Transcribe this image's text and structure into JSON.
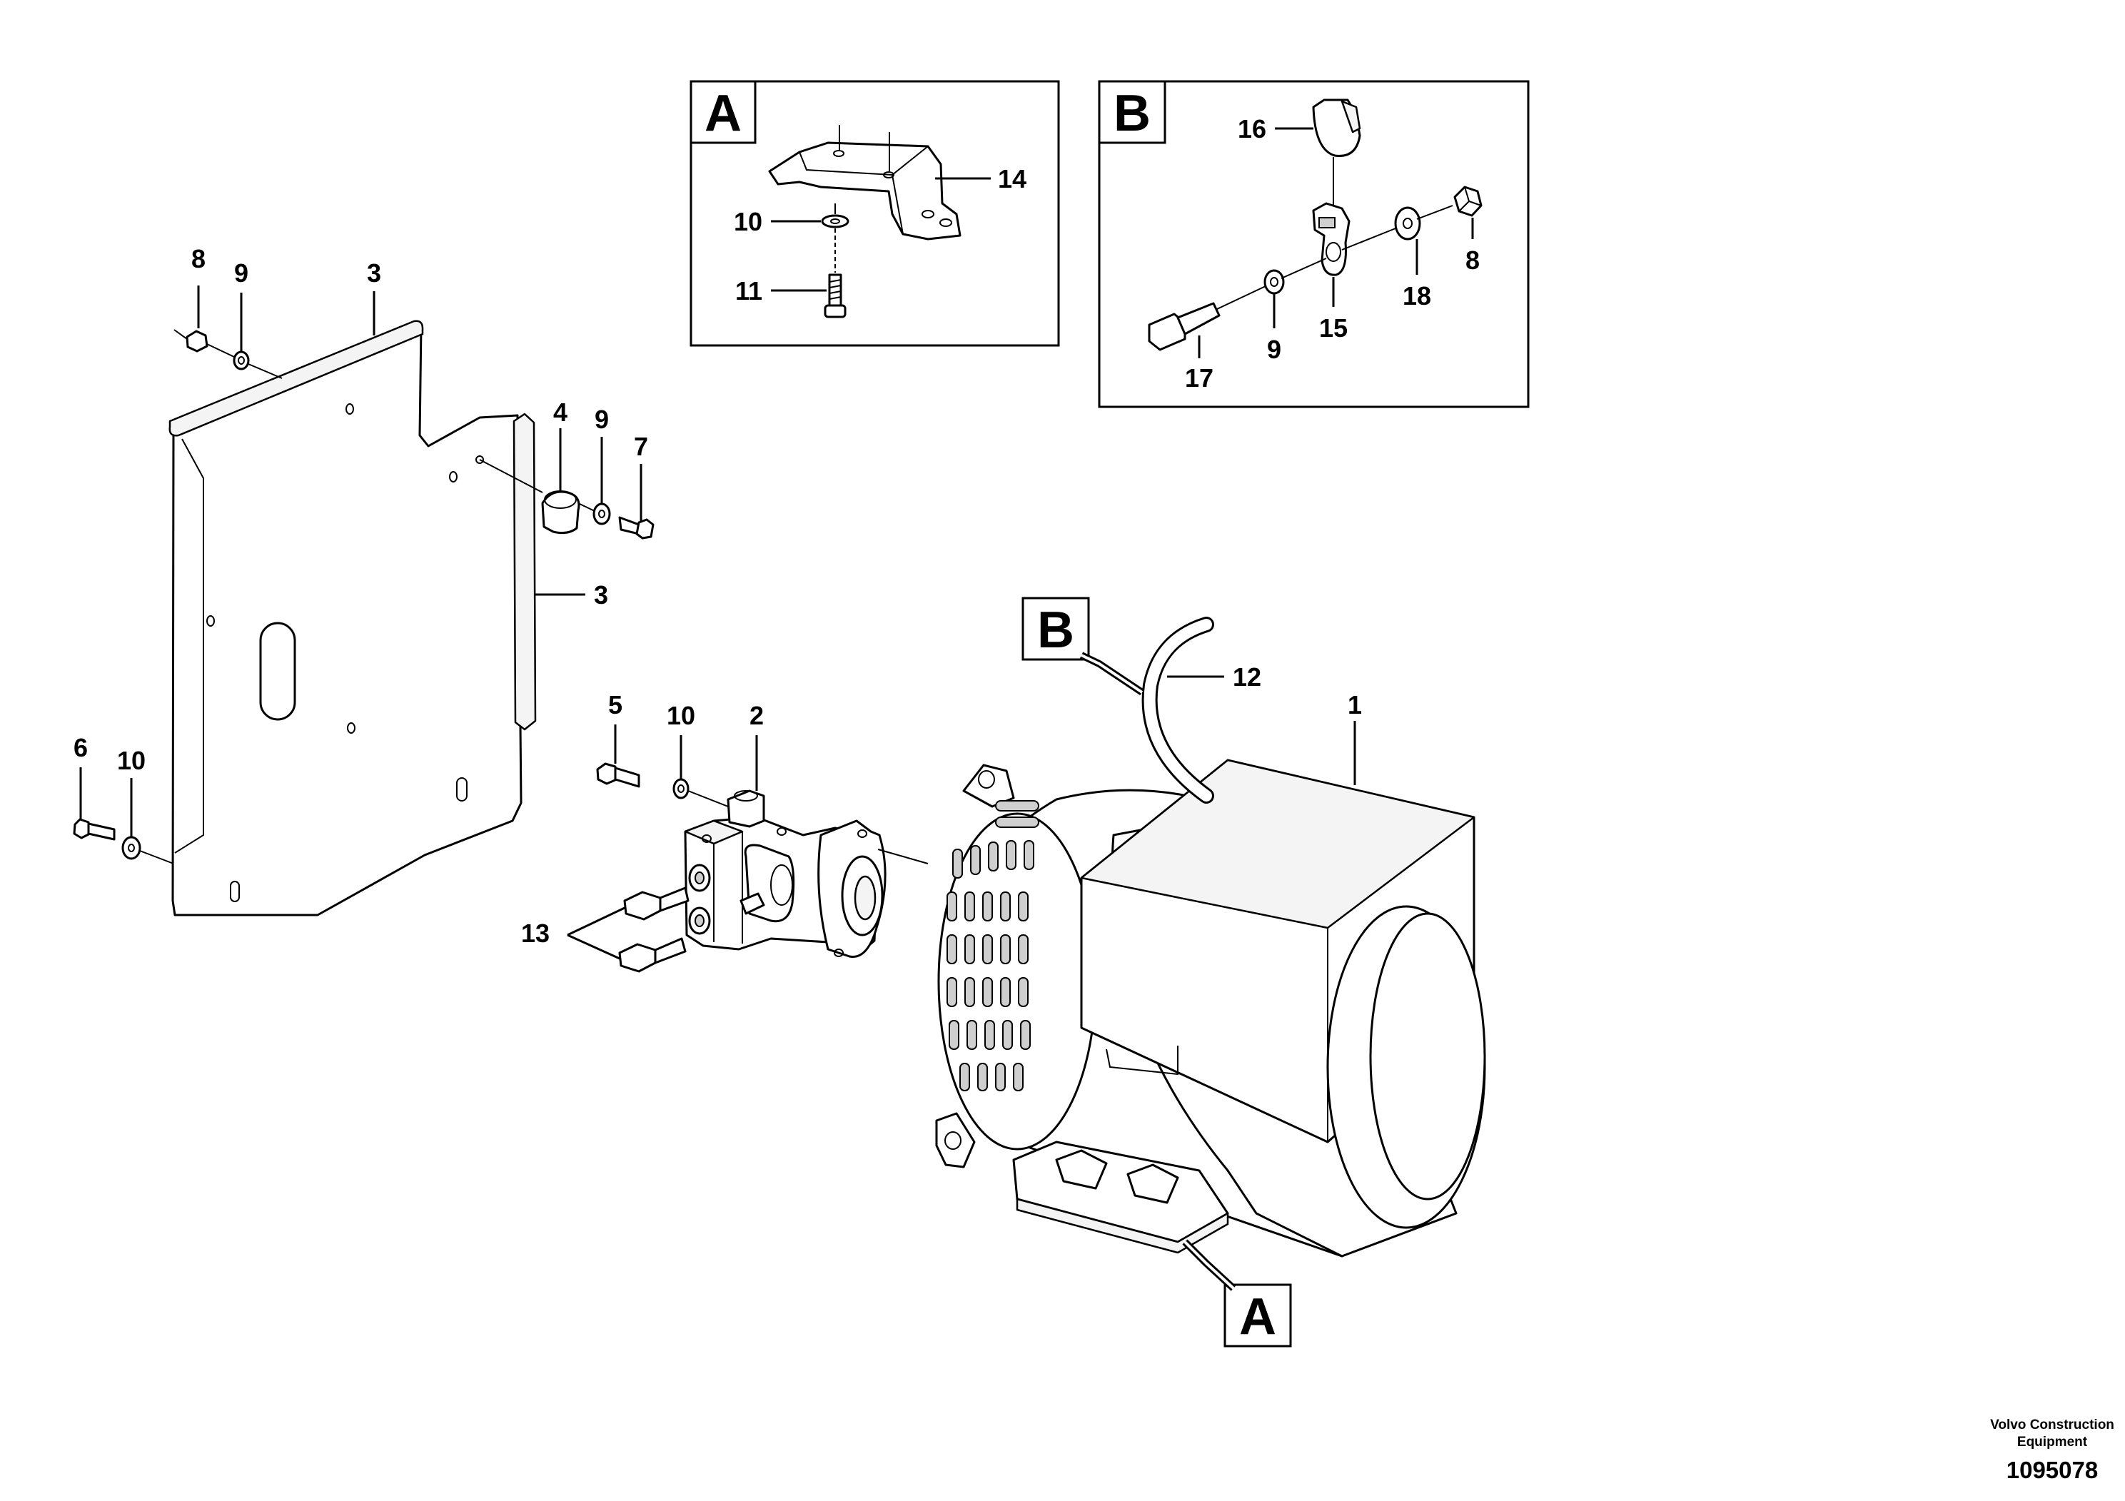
{
  "detail_a": {
    "tag": "A"
  },
  "detail_b": {
    "tag": "B"
  },
  "callout_a": {
    "tag": "A"
  },
  "callout_b": {
    "tag": "B"
  },
  "labels": {
    "l1": "1",
    "l2": "2",
    "l3a": "3",
    "l3b": "3",
    "l4": "4",
    "l5": "5",
    "l6": "6",
    "l7": "7",
    "l8a": "8",
    "l8b": "8",
    "l9a": "9",
    "l9b": "9",
    "l9c": "9",
    "l10a": "10",
    "l10b": "10",
    "l10c": "10",
    "l11": "11",
    "l12": "12",
    "l13": "13",
    "l14": "14",
    "l15": "15",
    "l16": "16",
    "l17": "17",
    "l18": "18"
  },
  "footer": {
    "company_line1": "Volvo Construction",
    "company_line2": "Equipment",
    "drawing_number": "1095078"
  }
}
